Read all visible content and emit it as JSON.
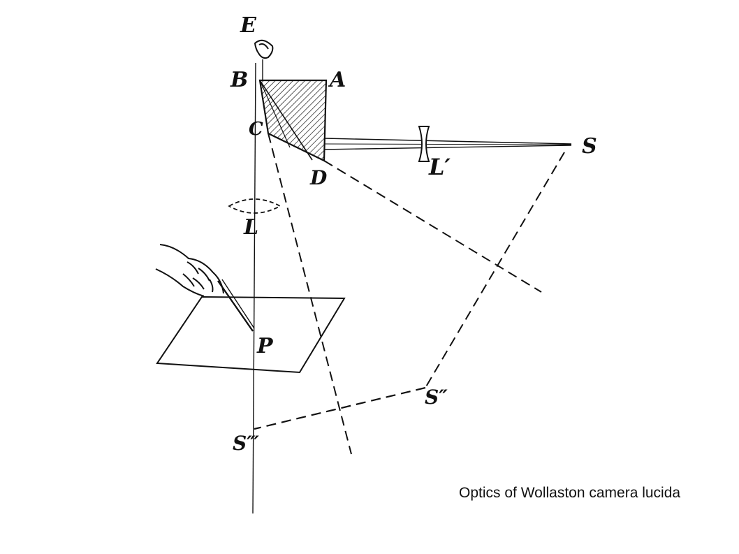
{
  "caption": "Optics of Wollaston camera lucida",
  "labels": {
    "E": "E",
    "A": "A",
    "B": "B",
    "C": "C",
    "D": "D",
    "L": "L",
    "L_prime": "L′",
    "S": "S",
    "S_double": "S″",
    "S_triple": "S‴",
    "P": "P"
  },
  "colors": {
    "ink": "#111111",
    "background": "#ffffff"
  }
}
